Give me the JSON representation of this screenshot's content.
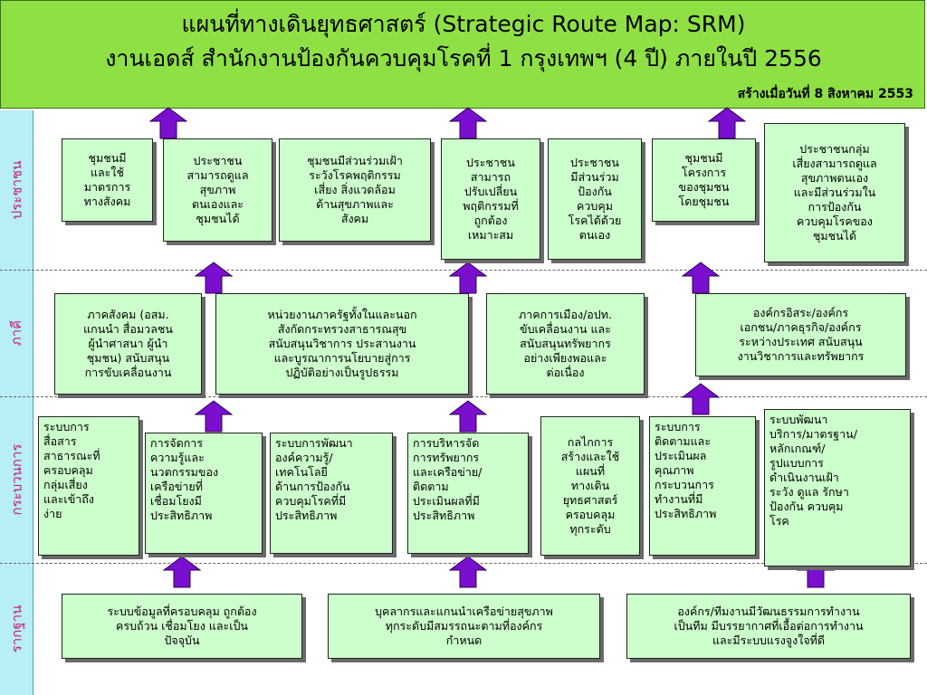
{
  "header": {
    "title_line1": "แผนที่ทางเดินยุทธศาสตร์ (Strategic Route Map: SRM)",
    "title_line2": "งานเอดส์ สำนักงานป้องกันควบคุมโรคที่ 1 กรุงเทพฯ (4 ปี) ภายในปี 2556",
    "created": "สร้างเมื่อวันที่ 8 สิงหาคม 2553"
  },
  "lanes": [
    "ประชาชน",
    "ภาคี",
    "กระบวนการ",
    "รากฐาน"
  ],
  "citizen": [
    "ชุมชนมี\nและใช้\nมาตรการ\nทางสังคม",
    "ประชาชน\nสามารถดูแล\nสุขภาพ\nตนเองและ\nชุมชนได้",
    "ชุมชนมีส่วนร่วมเฝ้า\nระวังโรคพฤติกรรม\nเสี่ยง สิ่งแวดล้อม\nด้านสุขภาพและ\nสังคม",
    "ประชาชน\nสามารถ\nปรับเปลี่ยน\nพฤติกรรมที่\nถูกต้อง\nเหมาะสม",
    "ประชาชน\nมีส่วนร่วม\nป้องกัน\nควบคุม\nโรคได้ด้วย\nตนเอง",
    "ชุมชนมี\nโครงการ\nของชุมชน\nโดยชุมชน",
    "ประชาชนกลุ่ม\nเสี่ยงสามารถดูแล\nสุขภาพตนเอง\nและมีส่วนร่วมใน\nการป้องกัน\nควบคุมโรคของ\nชุมชนได้"
  ],
  "partners": [
    "ภาคสังคม (อสม.\nแกนนำ สื่อมวลชน\nผู้นำศาสนา ผู้นำ\nชุมชน) สนับสนุน\nการขับเคลื่อนงาน",
    "หน่วยงานภาครัฐทั้งในและนอก\nสังกัดกระทรวงสาธารณสุข\nสนับสนุนวิชาการ ประสานงาน\nและบูรณาการนโยบายสู่การ\nปฏิบัติอย่างเป็นรูปธรรม",
    "ภาคการเมือง/อปท.\nขับเคลื่อนงาน และ\nสนับสนุนทรัพยากร\nอย่างเพียงพอและ\nต่อเนื่อง",
    "องค์กรอิสระ/องค์กร\nเอกชน/ภาคธุรกิจ/องค์กร\nระหว่างประเทศ สนับสนุน\nงานวิชาการและทรัพยากร"
  ],
  "process": [
    "ระบบการ\nสื่อสาร\nสาธารณะที่\nครอบคลุม\nกลุ่มเสี่ยง\nและเข้าถึง\nง่าย",
    "การจัดการ\nความรู้และ\nนวตกรรมของ\nเครือข่ายที่\nเชื่อมโยงมี\nประสิทธิภาพ",
    "ระบบการพัฒนา\nองค์ความรู้/\nเทคโนโลยี\nด้านการป้องกัน\nควบคุมโรคที่มี\nประสิทธิภาพ",
    "การบริหารจัด\nการทรัพยากร\nและเครือข่าย/\nติดตาม\nประเมินผลที่มี\nประสิทธิภาพ",
    "กลไกการ\nสร้างและใช้\nแผนที่\nทางเดิน\nยุทธศาสตร์\nครอบคลุม\nทุกระดับ",
    "ระบบการ\nติดตามและ\nประเมินผล\nคุณภาพ\nกระบวนการ\nทำงานที่มี\nประสิทธิภาพ",
    "ระบบพัฒนา\nบริการ/มาตรฐาน/\nหลักเกณฑ์/\nรูปแบบการ\nดำเนินงานเฝ้า\nระวัง ดูแล รักษา\nป้องกัน ควบคุม\nโรค"
  ],
  "foundation": [
    "ระบบข้อมูลที่ครอบคลุม ถูกต้อง\nครบถ้วน เชื่อมโยง และเป็น\nปัจจุบัน",
    "บุคลากรและแกนนำเครือข่ายสุขภาพ\nทุกระดับมีสมรรถนะตามที่องค์กร\nกำหนด",
    "องค์กร/ทีมงานมีวัฒนธรรมการทำงาน\nเป็นทีม มีบรรยากาศที่เอื้อต่อการทำงาน\nและมีระบบแรงจูงใจที่ดี"
  ],
  "colors": {
    "header_bg": "#8fe045",
    "box_bg": "#ccffcc",
    "arrow": "#7a0fcf",
    "lane_text": "#c0227a",
    "sidebar_bg": "#b8eef6"
  }
}
